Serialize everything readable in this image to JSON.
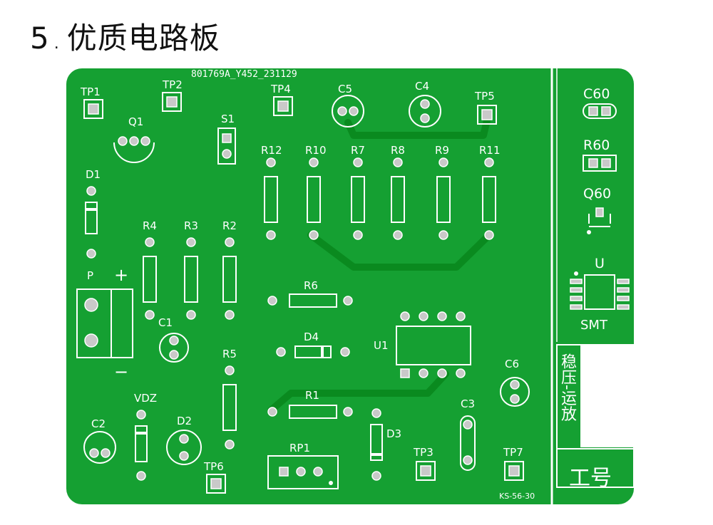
{
  "title": {
    "number": "5",
    "dot": ".",
    "text": "优质电路板"
  },
  "board": {
    "code": "801769A_Y452_231129",
    "footer": "KS-56-30",
    "module_label": "稳压-运放",
    "id_label": "工号",
    "smt_label": "SMT",
    "labels": {
      "tp1": "TP1",
      "tp2": "TP2",
      "tp4": "TP4",
      "c5": "C5",
      "c4": "C4",
      "tp5": "TP5",
      "q1": "Q1",
      "s1": "S1",
      "d1": "D1",
      "r12": "R12",
      "r10": "R10",
      "r7": "R7",
      "r8": "R8",
      "r9": "R9",
      "r11": "R11",
      "r4": "R4",
      "r3": "R3",
      "r2": "R2",
      "p": "P",
      "plus": "+",
      "minus": "−",
      "c1": "C1",
      "r6": "R6",
      "d4": "D4",
      "u1": "U1",
      "r5": "R5",
      "c6": "C6",
      "r1": "R1",
      "c3": "C3",
      "vdz": "VDZ",
      "c2": "C2",
      "d2": "D2",
      "d3": "D3",
      "rp1": "RP1",
      "tp3": "TP3",
      "tp7": "TP7",
      "tp6": "TP6",
      "c60": "C60",
      "r60": "R60",
      "q60": "Q60",
      "u": "U"
    }
  },
  "colors": {
    "board": "#15a032",
    "board_dark": "#0a8a1f",
    "silk": "#ffffff",
    "pad": "#c9c9c9"
  }
}
